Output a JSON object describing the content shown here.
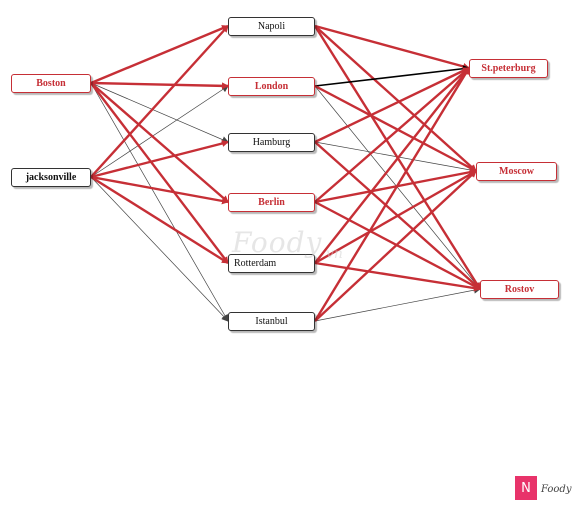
{
  "colors": {
    "strong_edge": "#c62f36",
    "weak_edge": "#444444",
    "black_edge": "#000000",
    "node_border": "#333333",
    "logo": "#e8336a"
  },
  "nodes": {
    "boston": "Boston",
    "jacksonville": "jacksonville",
    "napoli": "Napoli",
    "london": "London",
    "hamburg": "Hamburg",
    "berlin": "Berlin",
    "rotterdam": "Rotterdam",
    "istanbul": "Istanbul",
    "stpeterburg": "St.peterburg",
    "moscow": "Moscow",
    "rostov": "Rostov"
  },
  "edges": [
    {
      "from": "boston",
      "to": "napoli",
      "kind": "strong"
    },
    {
      "from": "boston",
      "to": "london",
      "kind": "strong"
    },
    {
      "from": "boston",
      "to": "hamburg",
      "kind": "weak"
    },
    {
      "from": "boston",
      "to": "berlin",
      "kind": "strong"
    },
    {
      "from": "boston",
      "to": "rotterdam",
      "kind": "strong"
    },
    {
      "from": "boston",
      "to": "istanbul",
      "kind": "weak"
    },
    {
      "from": "jacksonville",
      "to": "napoli",
      "kind": "strong"
    },
    {
      "from": "jacksonville",
      "to": "london",
      "kind": "weak"
    },
    {
      "from": "jacksonville",
      "to": "hamburg",
      "kind": "strong"
    },
    {
      "from": "jacksonville",
      "to": "berlin",
      "kind": "strong"
    },
    {
      "from": "jacksonville",
      "to": "rotterdam",
      "kind": "strong"
    },
    {
      "from": "jacksonville",
      "to": "istanbul",
      "kind": "weak"
    },
    {
      "from": "napoli",
      "to": "stpeterburg",
      "kind": "strong"
    },
    {
      "from": "napoli",
      "to": "moscow",
      "kind": "strong"
    },
    {
      "from": "napoli",
      "to": "rostov",
      "kind": "strong"
    },
    {
      "from": "london",
      "to": "stpeterburg",
      "kind": "black"
    },
    {
      "from": "london",
      "to": "moscow",
      "kind": "strong"
    },
    {
      "from": "london",
      "to": "rostov",
      "kind": "weak"
    },
    {
      "from": "hamburg",
      "to": "stpeterburg",
      "kind": "strong"
    },
    {
      "from": "hamburg",
      "to": "moscow",
      "kind": "weak"
    },
    {
      "from": "hamburg",
      "to": "rostov",
      "kind": "strong"
    },
    {
      "from": "berlin",
      "to": "stpeterburg",
      "kind": "strong"
    },
    {
      "from": "berlin",
      "to": "moscow",
      "kind": "strong"
    },
    {
      "from": "berlin",
      "to": "rostov",
      "kind": "strong"
    },
    {
      "from": "rotterdam",
      "to": "stpeterburg",
      "kind": "strong"
    },
    {
      "from": "rotterdam",
      "to": "moscow",
      "kind": "strong"
    },
    {
      "from": "rotterdam",
      "to": "rostov",
      "kind": "strong"
    },
    {
      "from": "istanbul",
      "to": "stpeterburg",
      "kind": "strong"
    },
    {
      "from": "istanbul",
      "to": "moscow",
      "kind": "strong"
    },
    {
      "from": "istanbul",
      "to": "rostov",
      "kind": "weak"
    }
  ],
  "watermark": {
    "main": "Foody",
    "sub": "vn"
  },
  "logo": {
    "badge": "N",
    "text": "Foody"
  }
}
